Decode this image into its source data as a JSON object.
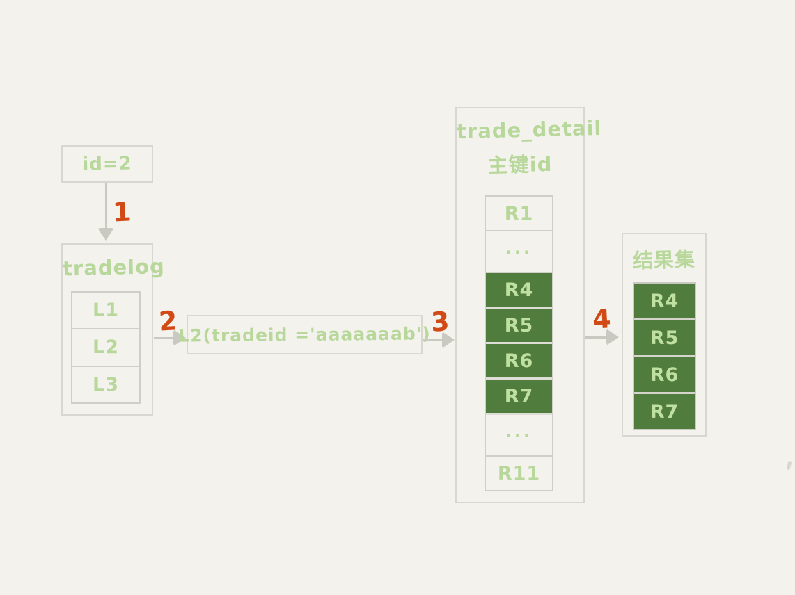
{
  "colors": {
    "background": "#f3f2ec",
    "box_border": "#d8d7d0",
    "light_green_text": "#b7d89a",
    "dark_green_fill": "#507c3e",
    "green_text_on_dark": "#bfe0a0",
    "orange_step": "#d14a15",
    "arrow_gray": "#c9c8c1"
  },
  "boxes": {
    "id_filter": {
      "label": "id=2"
    },
    "tradelog": {
      "title": "tradelog",
      "rows": [
        {
          "label": "L1"
        },
        {
          "label": "L2"
        },
        {
          "label": "L3"
        }
      ]
    },
    "query": {
      "label": "L2(tradeid ='aaaaaaab')"
    },
    "trade_detail": {
      "title": "trade_detail",
      "subtitle": "主键id",
      "rows": [
        {
          "label": "R1",
          "highlight": false
        },
        {
          "label": "...",
          "highlight": false
        },
        {
          "label": "R4",
          "highlight": true
        },
        {
          "label": "R5",
          "highlight": true
        },
        {
          "label": "R6",
          "highlight": true
        },
        {
          "label": "R7",
          "highlight": true
        },
        {
          "label": "...",
          "highlight": false
        },
        {
          "label": "R11",
          "highlight": false
        }
      ]
    },
    "result": {
      "title": "结果集",
      "rows": [
        {
          "label": "R4"
        },
        {
          "label": "R5"
        },
        {
          "label": "R6"
        },
        {
          "label": "R7"
        }
      ]
    }
  },
  "arrows": {
    "step1": {
      "label": "1"
    },
    "step2": {
      "label": "2"
    },
    "step3": {
      "label": "3"
    },
    "step4": {
      "label": "4"
    }
  }
}
